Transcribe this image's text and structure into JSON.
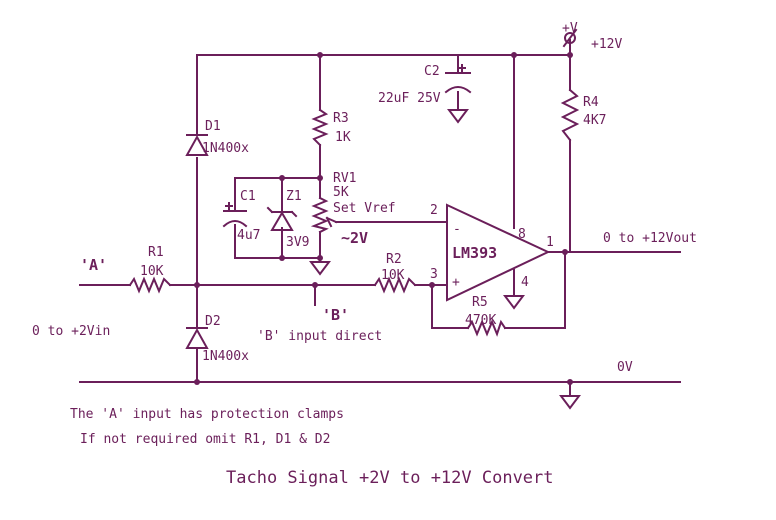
{
  "title": "Tacho Signal +2V to +12V Convert",
  "supply": {
    "symbol": "+V",
    "value": "+12V"
  },
  "ground_label": "0V",
  "components": {
    "c2": {
      "ref": "C2",
      "value": "22uF 25V"
    },
    "r3": {
      "ref": "R3",
      "value": "1K"
    },
    "r4": {
      "ref": "R4",
      "value": "4K7"
    },
    "d1": {
      "ref": "D1",
      "value": "1N400x"
    },
    "d2": {
      "ref": "D2",
      "value": "1N400x"
    },
    "rv1": {
      "ref": "RV1",
      "value": "5K",
      "note": "Set Vref",
      "approx": "~2V"
    },
    "c1": {
      "ref": "C1",
      "value": "4u7"
    },
    "z1": {
      "ref": "Z1",
      "value": "3V9"
    },
    "r1": {
      "ref": "R1",
      "value": "10K"
    },
    "r2": {
      "ref": "R2",
      "value": "10K"
    },
    "r5": {
      "ref": "R5",
      "value": "470K"
    },
    "u1": {
      "ref": "LM393",
      "pin_minus": "-",
      "pin_plus": "+",
      "pin2": "2",
      "pin3": "3",
      "pin8": "8",
      "pin1": "1",
      "pin4": "4"
    }
  },
  "inputs": {
    "a_label": "'A'",
    "b_label": "'B'",
    "a_range": "0 to +2Vin",
    "b_desc": "'B' input direct"
  },
  "output": {
    "range": "0 to +12Vout"
  },
  "notes": [
    "The 'A' input has protection clamps",
    "If not required omit R1, D1 & D2"
  ]
}
